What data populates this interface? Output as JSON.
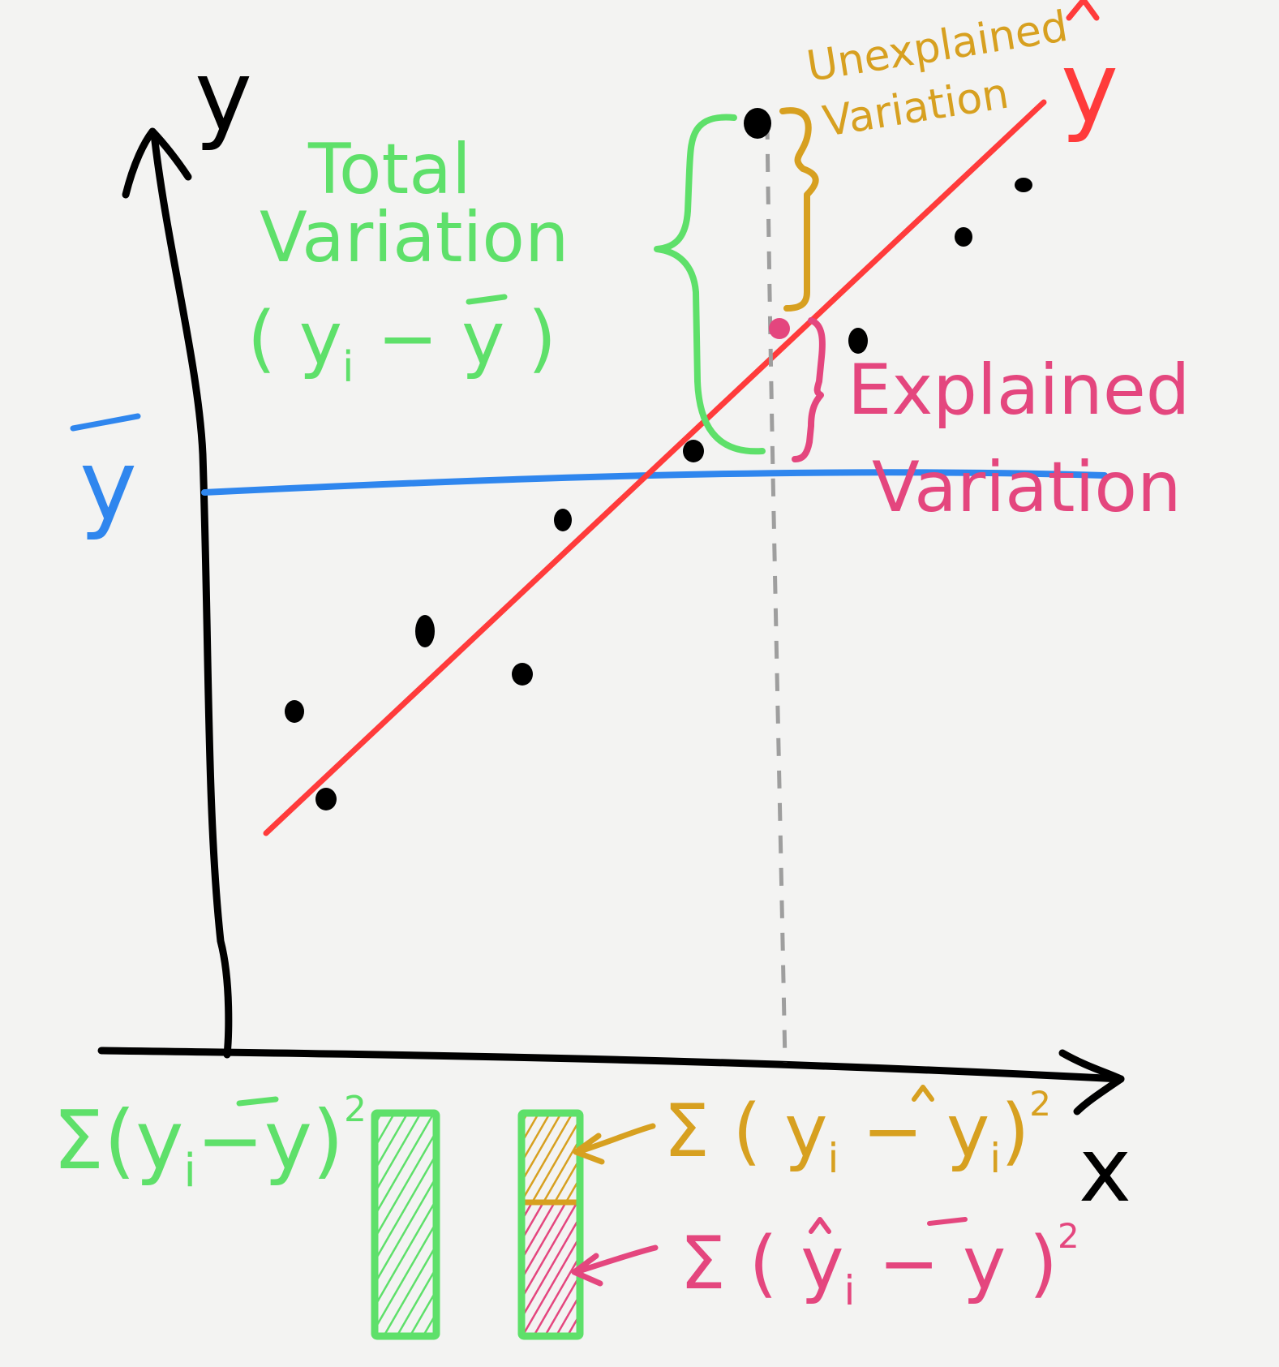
{
  "colors": {
    "background": "#f3f3f2",
    "axes": "#000000",
    "regression_line": "#ff3b3b",
    "mean_line": "#2f86ee",
    "total": "#5ee06a",
    "unexplained": "#d7a020",
    "explained": "#e4467e",
    "guide": "#9e9e9e"
  },
  "axes": {
    "x_label": "x",
    "y_label": "y"
  },
  "lines": {
    "mean_label": "y",
    "regression_label": "y"
  },
  "annotations": {
    "total_line1": "Total",
    "total_line2": "Variation",
    "total_formula_a": "( y",
    "total_formula_sub": "i",
    "total_formula_b": " − y )",
    "unexplained_line1": "Unexplained",
    "unexplained_line2": "Variation",
    "explained_line1": "Explained",
    "explained_line2": "Variation"
  },
  "formulas": {
    "total_a": "Σ(y",
    "total_sub": "i",
    "total_b": "−y)",
    "total_exp": "2",
    "unexplained_a": "Σ ( y",
    "unexplained_sub": "i",
    "unexplained_b": " − y",
    "unexplained_sub2": "i",
    "unexplained_c": ")",
    "unexplained_exp": "2",
    "explained_a": "Σ ( y",
    "explained_sub": "i",
    "explained_b": " − y )",
    "explained_exp": "2"
  },
  "bars": {
    "total_share": 1.0,
    "unexplained_share": 0.4,
    "explained_share": 0.6
  }
}
